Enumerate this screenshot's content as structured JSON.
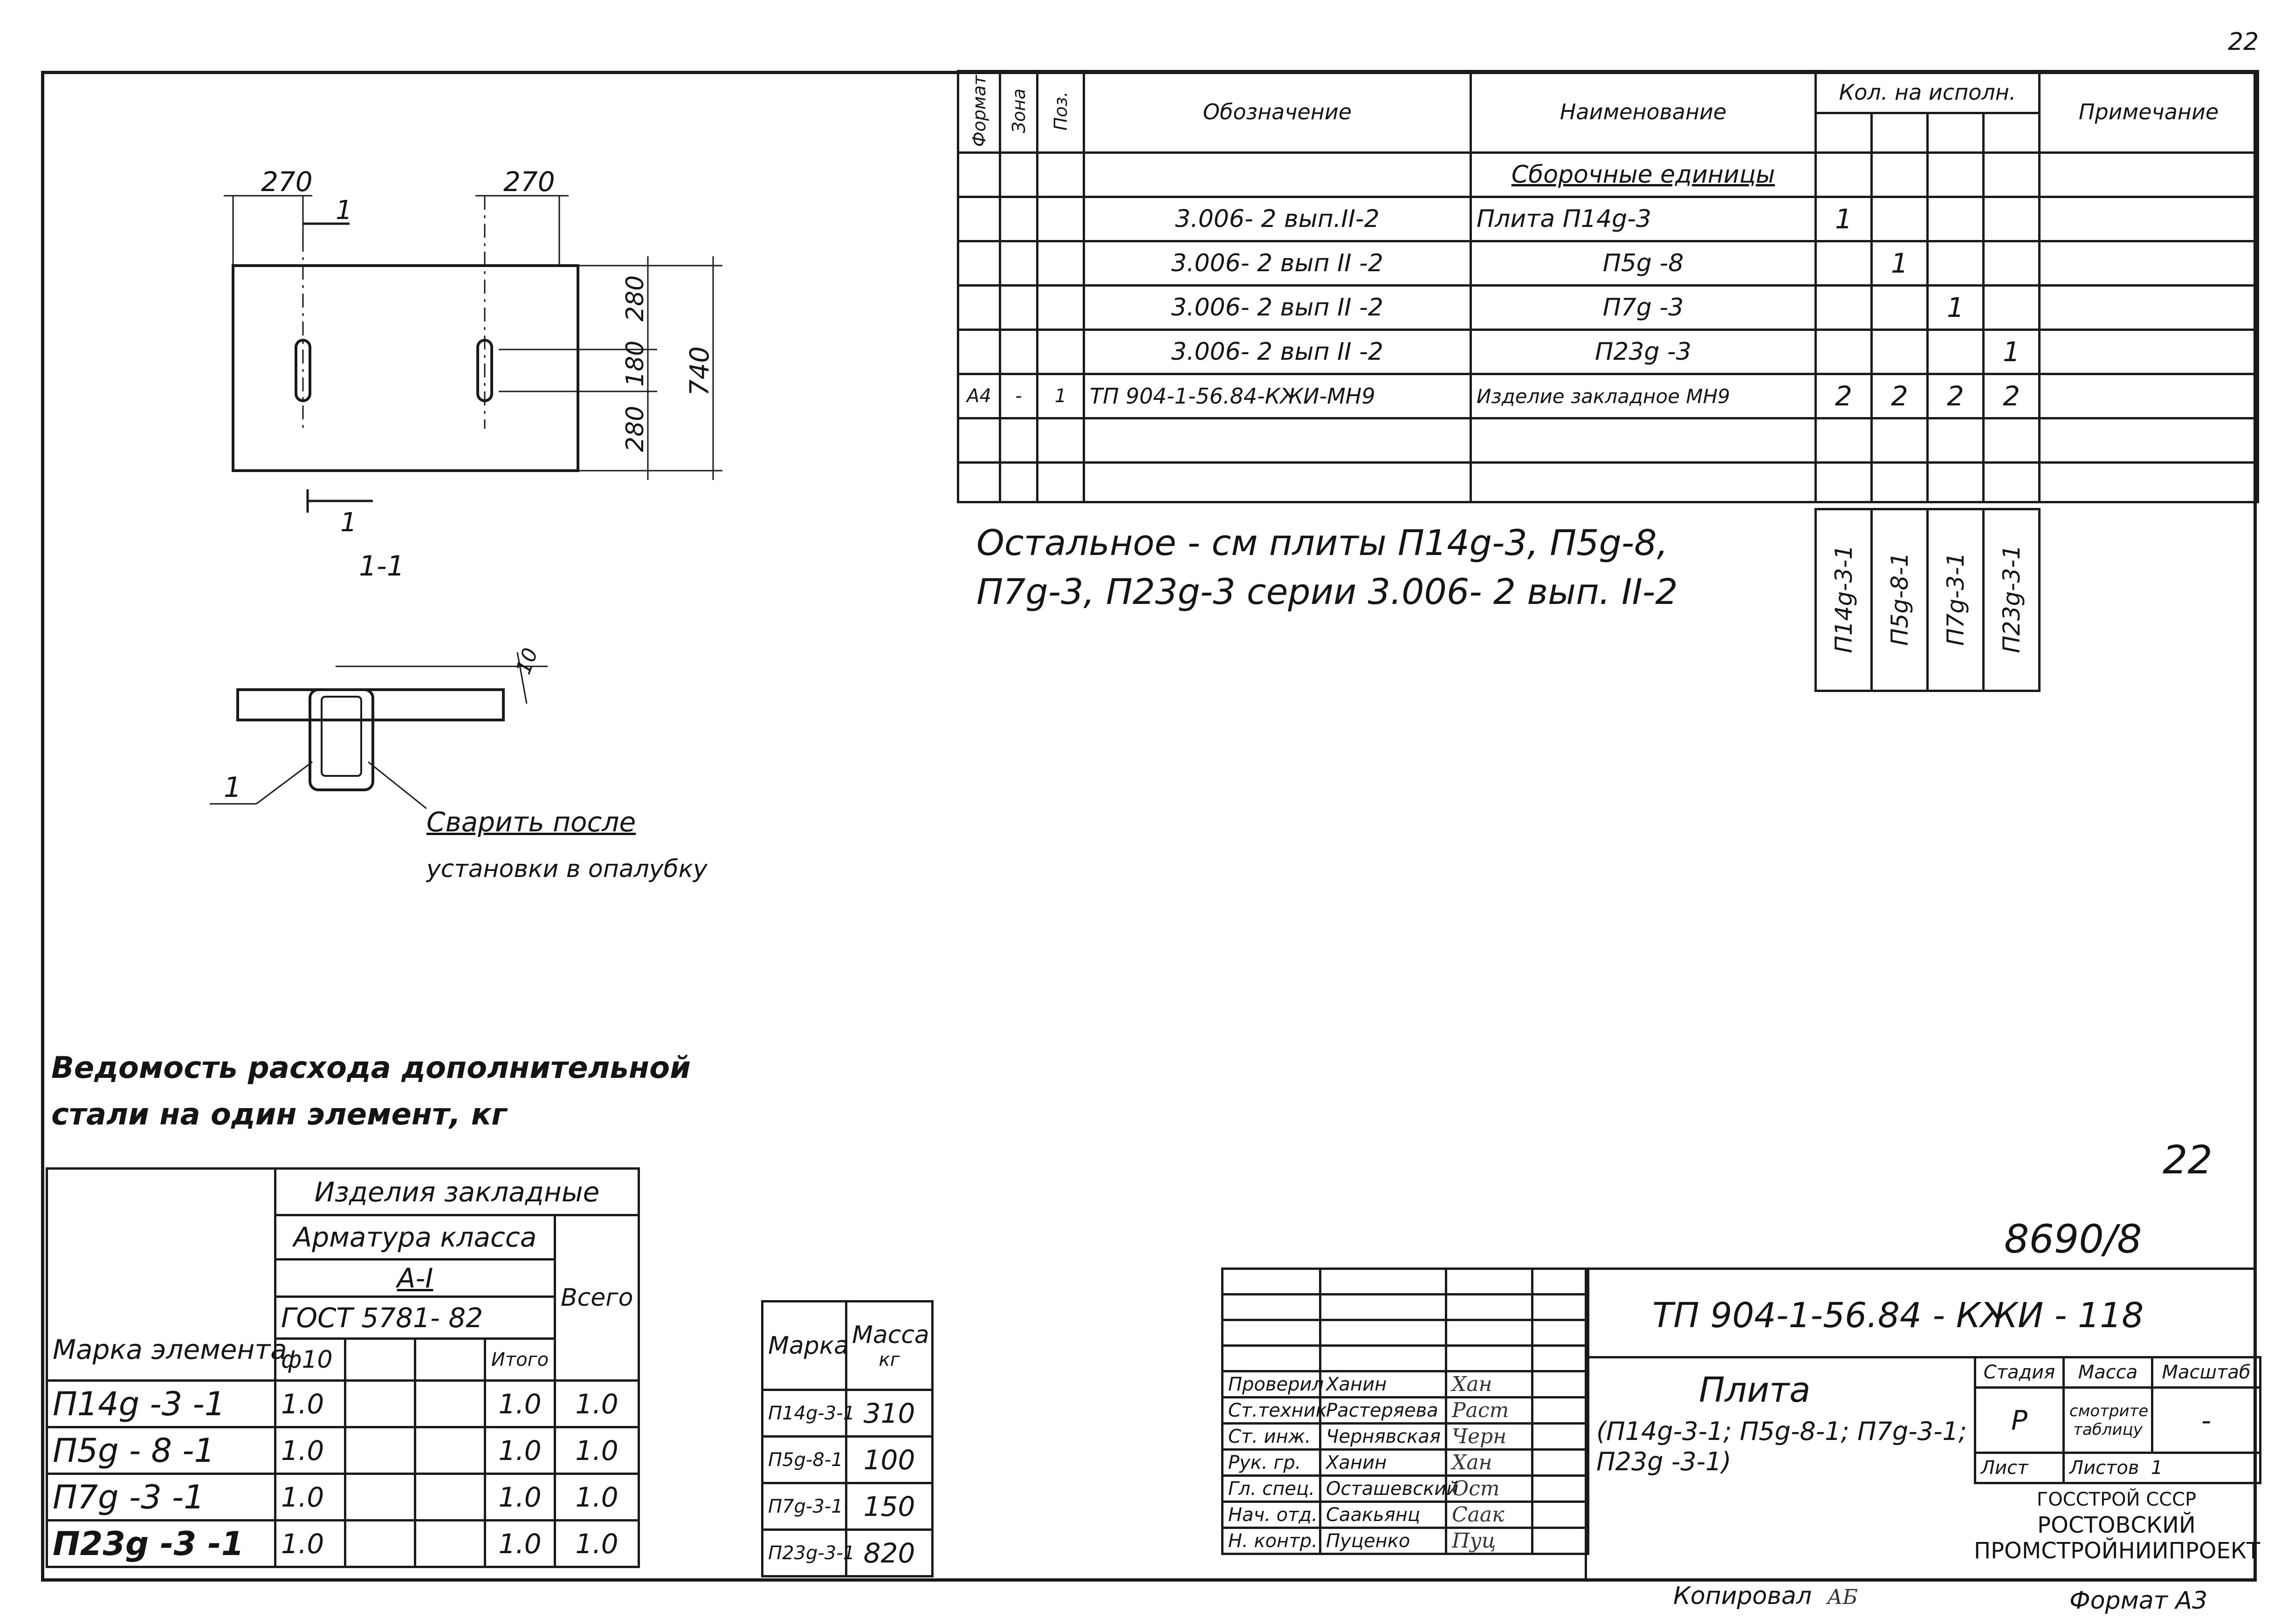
{
  "page_number": "22",
  "spec": {
    "headers": {
      "format": "Формат",
      "zone": "Зона",
      "pos": "Поз.",
      "designation": "Обозначение",
      "name": "Наименование",
      "qty": "Кол. на исполн.",
      "note": "Примечание"
    },
    "section_title": "Сборочные единицы",
    "rows": [
      {
        "designation": "3.006- 2 вып.II-2",
        "name": "Плита   П14g-3",
        "q": [
          "1",
          "",
          "",
          ""
        ]
      },
      {
        "designation": "3.006- 2 вып II -2",
        "name": "П5g -8",
        "q": [
          "",
          "1",
          "",
          ""
        ]
      },
      {
        "designation": "3.006- 2 вып II -2",
        "name": "П7g -3",
        "q": [
          "",
          "",
          "1",
          ""
        ]
      },
      {
        "designation": "3.006- 2 вып II -2",
        "name": "П23g -3",
        "q": [
          "",
          "",
          "",
          "1"
        ]
      },
      {
        "format": "А4",
        "zone": "-",
        "pos": "1",
        "designation": "ТП 904-1-56.84-КЖИ-МН9",
        "name": "Изделие закладное МН9",
        "q": [
          "2",
          "2",
          "2",
          "2"
        ]
      }
    ],
    "variants": [
      "П14g-3-1",
      "П5g-8-1",
      "П7g-3-1",
      "П23g-3-1"
    ]
  },
  "note_text": {
    "line1": "Остальное - см  плиты  П14g-3, П5g-8,",
    "line2": "П7g-3, П23g-3  серии  3.006- 2 вып. II-2"
  },
  "drawing": {
    "dim_270_left": "270",
    "dim_270_right": "270",
    "dim_280_top": "280",
    "dim_180": "180",
    "dim_280_bottom": "280",
    "dim_740": "740",
    "section_mark": "1",
    "section_label": "1-1",
    "dim_10": "10",
    "leader_1": "1",
    "weld_line1": "Сварить после",
    "weld_line2": "установки в опалубку"
  },
  "steel": {
    "title_line1": "Ведомость расхода дополнительной",
    "title_line2": "стали на один  элемент, кг",
    "h_mark": "Марка элемента",
    "h_embedded": "Изделия  закладные",
    "h_rebar": "Арматура  класса",
    "h_class": "А-I",
    "h_gost": "ГОСТ 5781- 82",
    "h_total": "Всего",
    "h_dia": "ф10",
    "h_subtotal": "Итого",
    "rows": [
      {
        "mark": "П14g -3 -1",
        "d10": "1.0",
        "subtotal": "1.0",
        "total": "1.0"
      },
      {
        "mark": "П5g - 8 -1",
        "d10": "1.0",
        "subtotal": "1.0",
        "total": "1.0"
      },
      {
        "mark": "П7g -3 -1",
        "d10": "1.0",
        "subtotal": "1.0",
        "total": "1.0"
      },
      {
        "mark": "П23g -3 -1",
        "d10": "1.0",
        "subtotal": "1.0",
        "total": "1.0"
      }
    ]
  },
  "mass": {
    "h_mark": "Марка",
    "h_mass": "Масса",
    "h_unit": "кг",
    "rows": [
      {
        "mark": "П14g-3-1",
        "mass": "310"
      },
      {
        "mark": "П5g-8-1",
        "mass": "100"
      },
      {
        "mark": "П7g-3-1",
        "mass": "150"
      },
      {
        "mark": "П23g-3-1",
        "mass": "820"
      }
    ]
  },
  "margin": {
    "sheet_no": "22",
    "inv_no": "8690/8"
  },
  "title_block": {
    "doc_code": "ТП 904-1-56.84 - КЖИ - 118",
    "title": "Плита",
    "subtitle1": "(П14g-3-1; П5g-8-1; П7g-3-1;",
    "subtitle2": "П23g -3-1)",
    "stage_h": "Стадия",
    "mass_h": "Масса",
    "scale_h": "Масштаб",
    "stage": "Р",
    "mass_val1": "смотрите",
    "mass_val2": "таблицу",
    "scale": "-",
    "sheet_h": "Лист",
    "sheets_h": "Листов",
    "sheets": "1",
    "org1": "ГОССТРОЙ СССР",
    "org2": "РОСТОВСКИЙ",
    "org3": "ПРОМСТРОЙНИИПРОЕКТ",
    "people": [
      {
        "role": "Проверил",
        "name": "Ханин",
        "sig": "Хан"
      },
      {
        "role": "Ст.техник",
        "name": "Растеряева",
        "sig": "Раст"
      },
      {
        "role": "Ст. инж.",
        "name": "Чернявская",
        "sig": "Черн"
      },
      {
        "role": "Рук. гр.",
        "name": "Ханин",
        "sig": "Хан"
      },
      {
        "role": "Гл. спец.",
        "name": "Осташевский",
        "sig": "Ост"
      },
      {
        "role": "Нач. отд.",
        "name": "Саакьянц",
        "sig": "Саак"
      },
      {
        "role": "Н. контр.",
        "name": "Пуценко",
        "sig": "Пуц"
      }
    ]
  },
  "footer": {
    "copied": "Копировал",
    "copied_sig": "АБ",
    "format": "Формат  А3"
  }
}
